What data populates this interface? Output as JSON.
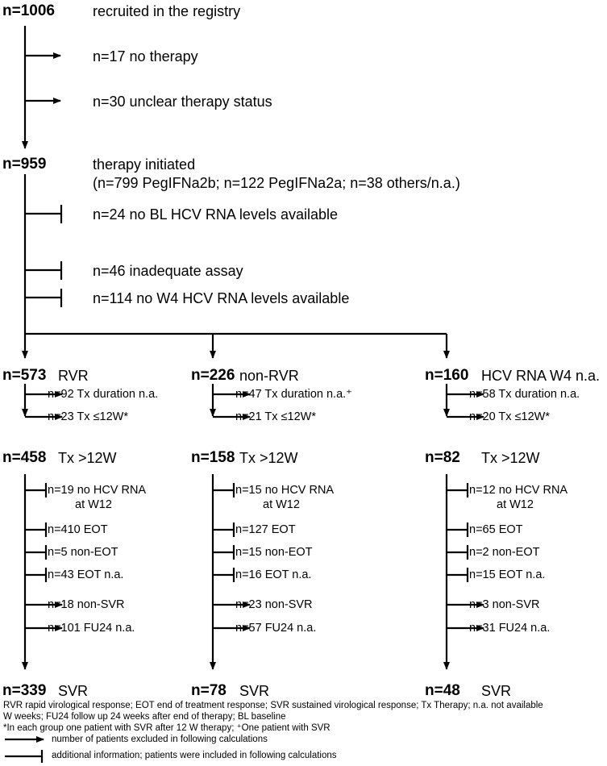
{
  "top": {
    "n": "n=1006",
    "label": "recruited in the registry",
    "excl1": "n=17 no therapy",
    "excl2": "n=30 unclear therapy status"
  },
  "mid": {
    "n": "n=959",
    "label": "therapy initiated",
    "sub": "(n=799 PegIFNa2b; n=122 PegIFNa2a; n=38 others/n.a.)",
    "info1": "n=24 no BL HCV RNA levels available",
    "info2": "n=46 inadequate assay",
    "info3": "n=114 no W4 HCV RNA levels available"
  },
  "groups": [
    {
      "n": "n=573",
      "label": "RVR",
      "ex1": "n=92 Tx duration n.a.",
      "ex2": "n=23 Tx ≤12W*",
      "n2": "n=458",
      "label2": "Tx >12W",
      "i1a": "n=19 no HCV RNA",
      "i1b": "at W12",
      "i2": "n=410 EOT",
      "i3": "n=5 non-EOT",
      "i4": "n=43 EOT n.a.",
      "e3": "n=18 non-SVR",
      "e4": "n=101 FU24 n.a.",
      "n3": "n=339",
      "label3": "SVR"
    },
    {
      "n": "n=226",
      "label": "non-RVR",
      "ex1": "n=47 Tx duration n.a.⁺",
      "ex2": "n=21 Tx ≤12W*",
      "n2": "n=158",
      "label2": "Tx >12W",
      "i1a": "n=15 no HCV RNA",
      "i1b": "at W12",
      "i2": "n=127 EOT",
      "i3": "n=15 non-EOT",
      "i4": "n=16 EOT n.a.",
      "e3": "n=23 non-SVR",
      "e4": "n=57 FU24 n.a.",
      "n3": "n=78",
      "label3": "SVR"
    },
    {
      "n": "n=160",
      "label": "HCV RNA W4 n.a.",
      "ex1": "n=58 Tx duration n.a.",
      "ex2": "n=20 Tx ≤12W*",
      "n2": "n=82",
      "label2": "Tx >12W",
      "i1a": "n=12 no HCV RNA",
      "i1b": "at W12",
      "i2": "n=65 EOT",
      "i3": "n=2 non-EOT",
      "i4": "n=15 EOT n.a.",
      "e3": "n=3 non-SVR",
      "e4": "n=31 FU24 n.a.",
      "n3": "n=48",
      "label3": "SVR"
    }
  ],
  "footnotes": {
    "line1": "RVR rapid virological response; EOT end of treatment response; SVR sustained virological response; Tx Therapy; n.a. not available",
    "line2": "W weeks; FU24 follow up 24 weeks after end of therapy; BL baseline",
    "line3": "*In each group one patient with SVR after 12 W therapy; ⁺One patient with SVR",
    "legend_arrow": "number of patients excluded in following calculations",
    "legend_bar": "additional information; patients were included in following calculations"
  }
}
